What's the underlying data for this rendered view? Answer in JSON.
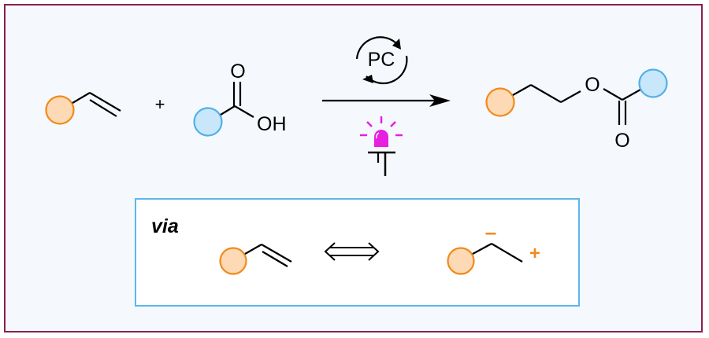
{
  "scheme": {
    "reactant_1": {
      "name": "alkene",
      "substituent_color": "#f08a1c",
      "substituent_fill": "#fdd9b5"
    },
    "plus_sign": "+",
    "reactant_2": {
      "name": "carboxylic-acid",
      "carbonyl_o": "O",
      "hydroxyl": "OH",
      "substituent_color": "#4fb0e8",
      "substituent_fill": "#c9e7fa"
    },
    "catalyst_label": "PC",
    "light_color": "#e81ee0",
    "product": {
      "name": "ester",
      "ether_o": "O",
      "carbonyl_o": "O"
    },
    "frame_color": "#8a1f4f",
    "background_color": "#f5f9fd"
  },
  "inset": {
    "label": "via",
    "border_color": "#5db6ea",
    "resonance_arrow": "⟺",
    "charge_minus": "–",
    "charge_plus": "+",
    "charge_color": "#f08a1c"
  }
}
